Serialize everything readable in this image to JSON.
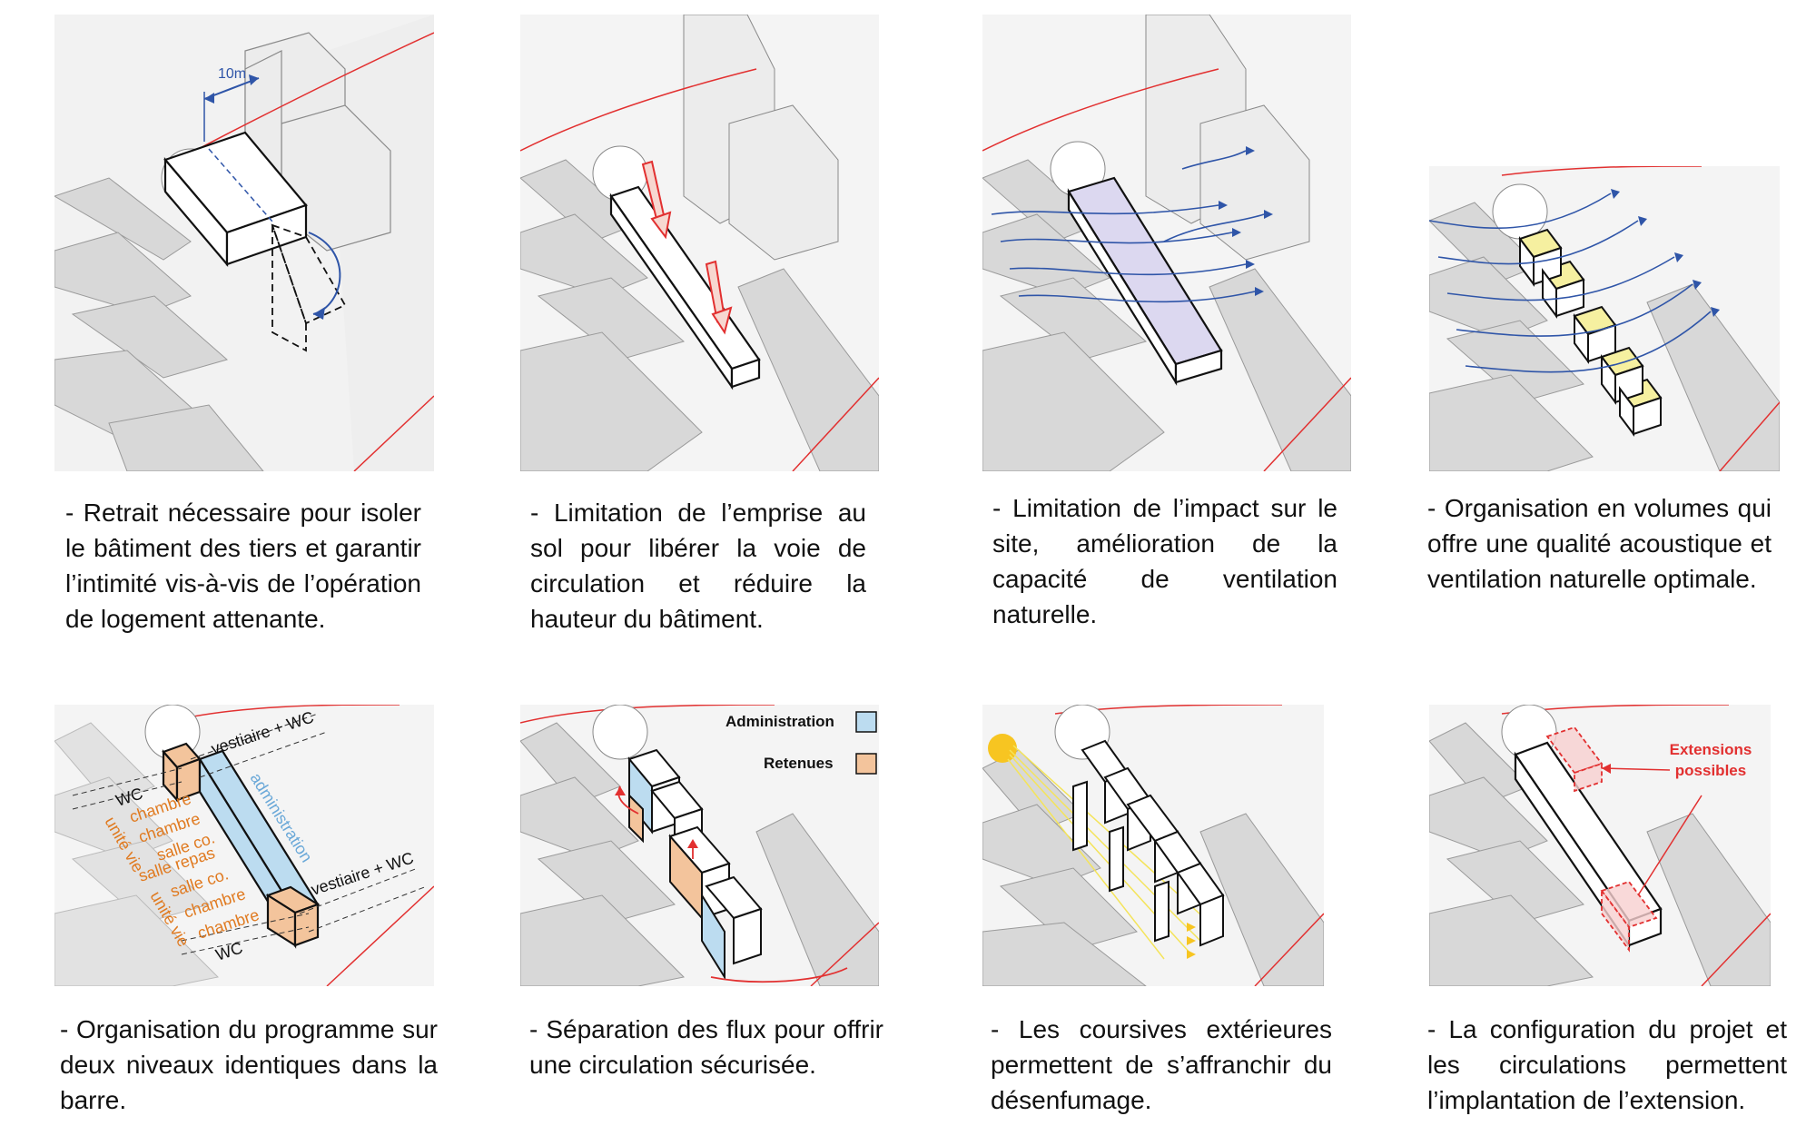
{
  "captions": [
    "- Retrait nécessaire pour isoler le bâtiment des tiers et garantir l’intimité vis-à-vis de l’opération de logement attenante.",
    "- Limitation de l’emprise au sol pour libérer la voie de circulation et réduire la hauteur du bâtiment.",
    "- Limitation de l’impact sur le site, amélioration de la capacité de ventilation naturelle.",
    "- Organisation en volumes qui offre une qualité acoustique et ventilation naturelle optimale.",
    "- Organisation du programme sur deux niveaux identiques dans la barre.",
    "- Séparation des flux pour offrir une circulation sécurisée.",
    "- Les coursives extérieures permettent de s’affranchir du désenfumage.",
    "- La configuration du projet et les circulations permettent l’implantation de l’extension."
  ],
  "panel1": {
    "distance_label": "10m"
  },
  "panel5": {
    "labels": {
      "vestiaire_top": "vestiaire + WC",
      "wc_top": "WC",
      "chambre_1": "chambre",
      "chambre_2": "chambre",
      "unite_vie_1": "unité vie",
      "salle_co_1": "salle co.",
      "salle_repas": "salle repas",
      "salle_co_2": "salle co.",
      "unite_vie_2": "unité vie",
      "chambre_3": "chambre",
      "chambre_4": "chambre",
      "administration": "administration",
      "vestiaire_bottom": "vestiaire + WC",
      "wc_bottom": "WC"
    }
  },
  "panel6": {
    "legend": [
      {
        "label": "Administration",
        "color": "#bcdcf0"
      },
      {
        "label": "Retenues",
        "color": "#f3c49c"
      }
    ]
  },
  "panel8": {
    "extensions_label_1": "Extensions",
    "extensions_label_2": "possibles"
  },
  "colors": {
    "admin_blue": "#bcdcf0",
    "retenue_orange": "#f3c49c",
    "label_orange": "#e07a20",
    "arrow_blue": "#2f55a8",
    "highlight_red": "#e23030",
    "volume_yellow": "#f6f0a0",
    "ventilation_violet": "#dcd8f0"
  }
}
